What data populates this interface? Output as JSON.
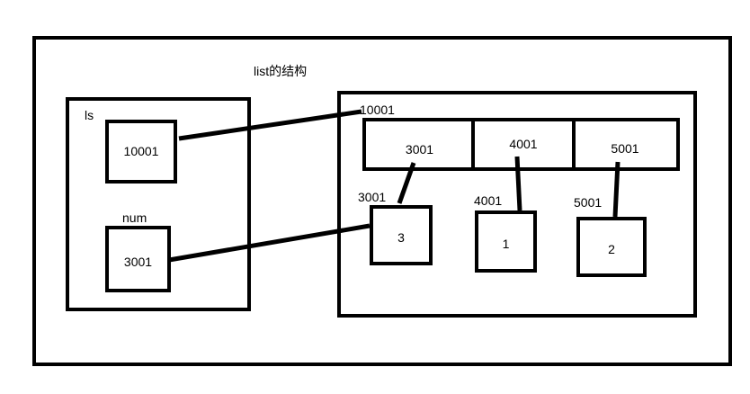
{
  "diagram": {
    "title": "list的结构",
    "stack": {
      "ls": {
        "name": "ls",
        "value": "10001"
      },
      "num": {
        "name": "num",
        "value": "3001"
      }
    },
    "list_object": {
      "address": "10001",
      "slots": [
        {
          "value": "3001"
        },
        {
          "value": "4001"
        },
        {
          "value": "5001"
        }
      ]
    },
    "int_objects": [
      {
        "address": "3001",
        "value": "3"
      },
      {
        "address": "4001",
        "value": "1"
      },
      {
        "address": "5001",
        "value": "2"
      }
    ]
  }
}
